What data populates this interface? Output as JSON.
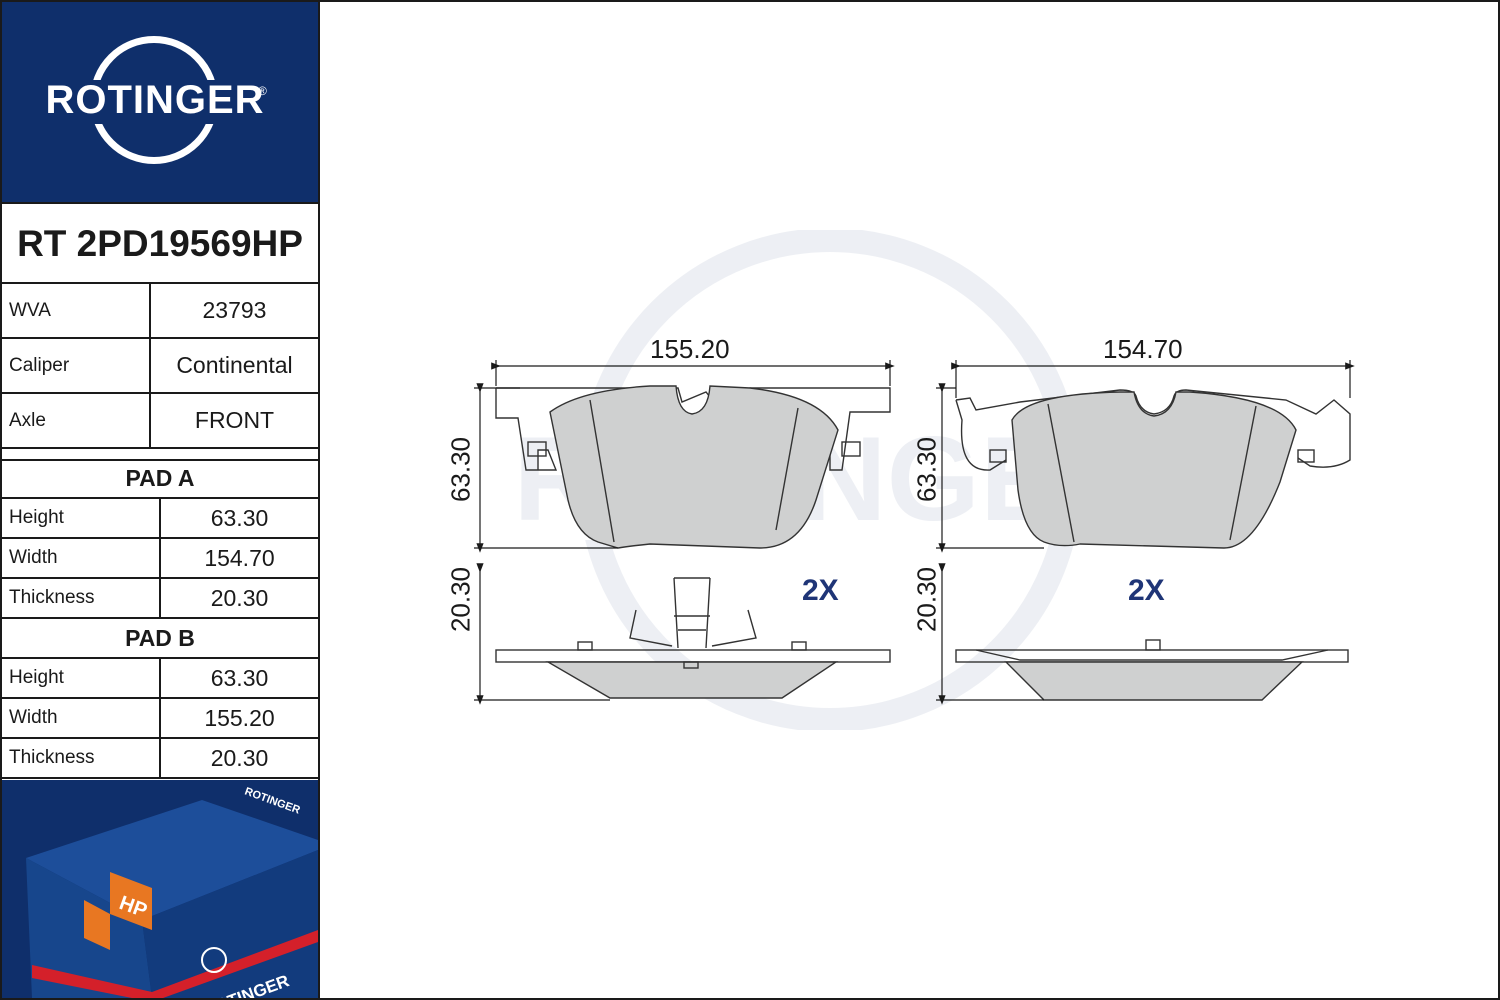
{
  "brand": {
    "name": "ROTINGER",
    "registered_mark": "®",
    "primary_color": "#0f2f6b",
    "accent_color": "#d4202a",
    "badge_color": "#e87722"
  },
  "product": {
    "part_number": "RT 2PD19569HP"
  },
  "general_specs": [
    {
      "label": "WVA",
      "value": "23793"
    },
    {
      "label": "Caliper",
      "value": "Continental"
    },
    {
      "label": "Axle",
      "value": "FRONT"
    }
  ],
  "pad_a": {
    "title": "PAD A",
    "rows": [
      {
        "label": "Height",
        "value": "63.30"
      },
      {
        "label": "Width",
        "value": "154.70"
      },
      {
        "label": "Thickness",
        "value": "20.30"
      }
    ]
  },
  "pad_b": {
    "title": "PAD B",
    "rows": [
      {
        "label": "Height",
        "value": "63.30"
      },
      {
        "label": "Width",
        "value": "155.20"
      },
      {
        "label": "Thickness",
        "value": "20.30"
      }
    ]
  },
  "drawing": {
    "left_pad": {
      "width": "155.20",
      "height": "63.30",
      "thickness": "20.30",
      "quantity": "2X"
    },
    "right_pad": {
      "width": "154.70",
      "height": "63.30",
      "thickness": "20.30",
      "quantity": "2X"
    }
  },
  "package": {
    "brand_label": "ROTINGER",
    "badge_text": "HP"
  }
}
